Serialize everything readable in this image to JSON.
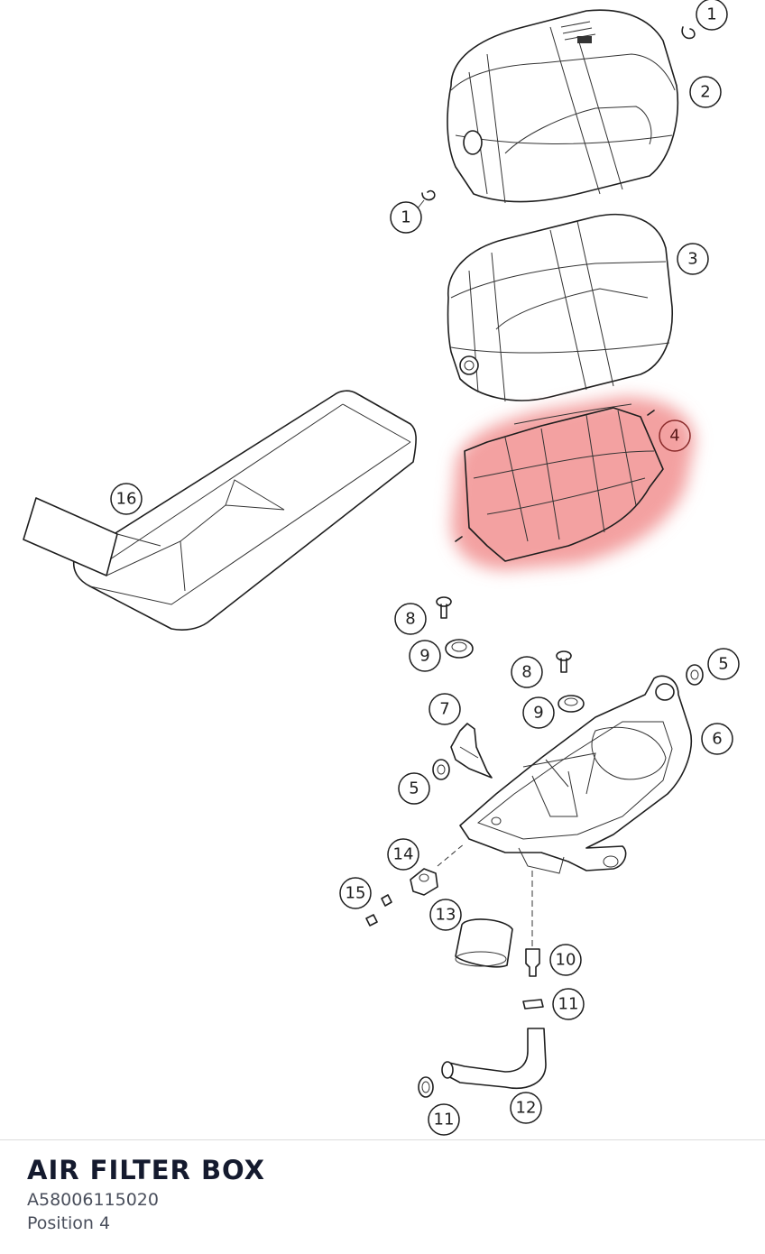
{
  "diagram": {
    "callouts": [
      {
        "key": "c1a",
        "label": "1"
      },
      {
        "key": "c2",
        "label": "2"
      },
      {
        "key": "c1b",
        "label": "1"
      },
      {
        "key": "c3",
        "label": "3"
      },
      {
        "key": "c4",
        "label": "4",
        "highlighted": true
      },
      {
        "key": "c16",
        "label": "16"
      },
      {
        "key": "c8a",
        "label": "8"
      },
      {
        "key": "c9a",
        "label": "9"
      },
      {
        "key": "c8b",
        "label": "8"
      },
      {
        "key": "c5a",
        "label": "5"
      },
      {
        "key": "c7",
        "label": "7"
      },
      {
        "key": "c9b",
        "label": "9"
      },
      {
        "key": "c6",
        "label": "6"
      },
      {
        "key": "c5b",
        "label": "5"
      },
      {
        "key": "c14",
        "label": "14"
      },
      {
        "key": "c15",
        "label": "15"
      },
      {
        "key": "c13",
        "label": "13"
      },
      {
        "key": "c10",
        "label": "10"
      },
      {
        "key": "c11a",
        "label": "11"
      },
      {
        "key": "c12",
        "label": "12"
      },
      {
        "key": "c11b",
        "label": "11"
      }
    ],
    "highlight_color": "#f08a8a"
  },
  "footer": {
    "title": "AIR FILTER BOX",
    "part_number": "A58006115020",
    "position": "Position 4"
  }
}
